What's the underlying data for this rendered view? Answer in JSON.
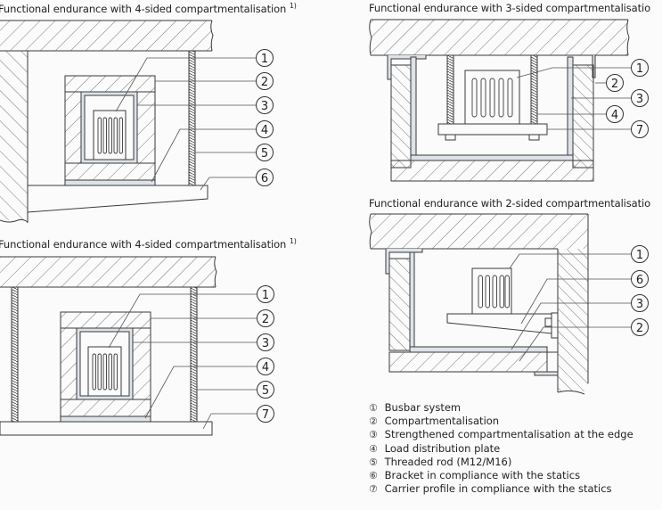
{
  "figures": [
    {
      "id": "fig-4sided-bracket",
      "title": "Functional endurance with 4-sided compartmentalisation",
      "footnote": "1)",
      "callouts": [
        "1",
        "2",
        "3",
        "4",
        "5",
        "6"
      ]
    },
    {
      "id": "fig-3sided",
      "title": "Functional endurance with 3-sided compartmentalisatio",
      "callouts": [
        "1",
        "2",
        "3",
        "4",
        "7"
      ]
    },
    {
      "id": "fig-2sided",
      "title": "Functional endurance with 2-sided compartmentalisatio",
      "callouts": [
        "1",
        "6",
        "3",
        "2"
      ]
    },
    {
      "id": "fig-4sided-carrier",
      "title": "Functional endurance with 4-sided compartmentalisation",
      "footnote": "1)",
      "callouts": [
        "1",
        "2",
        "3",
        "4",
        "5",
        "7"
      ]
    }
  ],
  "legend": [
    {
      "num": "①",
      "label": "Busbar system"
    },
    {
      "num": "②",
      "label": "Compartmentalisation"
    },
    {
      "num": "③",
      "label": "Strengthened compartmentalisation at the edge"
    },
    {
      "num": "④",
      "label": "Load distribution plate"
    },
    {
      "num": "⑤",
      "label": "Threaded rod (M12/M16)"
    },
    {
      "num": "⑥",
      "label": "Bracket in compliance with the statics"
    },
    {
      "num": "⑦",
      "label": "Carrier profile in compliance with the statics"
    }
  ],
  "colors": {
    "line": "#3a3a3a",
    "hatch": "#555555",
    "board": "#dde3e8",
    "background": "#fbfbfb"
  }
}
